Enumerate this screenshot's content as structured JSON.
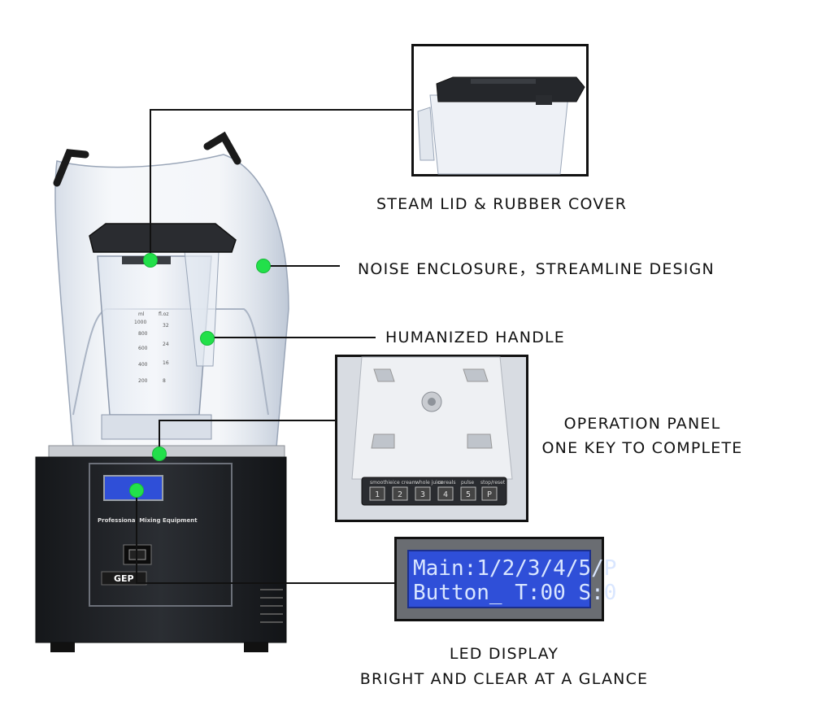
{
  "callouts": {
    "lid": "STEAM LID & RUBBER COVER",
    "enclosure": "NOISE ENCLOSURE，STREAMLINE DESIGN",
    "handle": "HUMANIZED HANDLE",
    "panel_line1": "OPERATION PANEL",
    "panel_line2": "ONE KEY TO COMPLETE",
    "led_line1": "LED DISPLAY",
    "led_line2": "BRIGHT AND CLEAR AT A GLANCE"
  },
  "lcd": {
    "line1": "Main:1/2/3/4/5/P",
    "line2": "Button_ T:00 S:0"
  },
  "base": {
    "caption": "Professional Mixing Equipment",
    "brand": "GEP"
  },
  "panel_buttons": [
    {
      "label": "smoothie",
      "key": "1"
    },
    {
      "label": "ice cream",
      "key": "2"
    },
    {
      "label": "whole juice",
      "key": "3"
    },
    {
      "label": "cereals",
      "key": "4"
    },
    {
      "label": "pulse",
      "key": "5"
    },
    {
      "label": "stop/reset",
      "key": "P"
    }
  ],
  "jar_scale": {
    "ml": [
      "ml",
      "1000",
      "800",
      "600",
      "400",
      "200"
    ],
    "oz": [
      "fl.oz",
      "32",
      "24",
      "16",
      "8"
    ]
  },
  "colors": {
    "marker": "#22e04a",
    "lcd_bg": "#2f4fd8",
    "base": "#202226"
  }
}
